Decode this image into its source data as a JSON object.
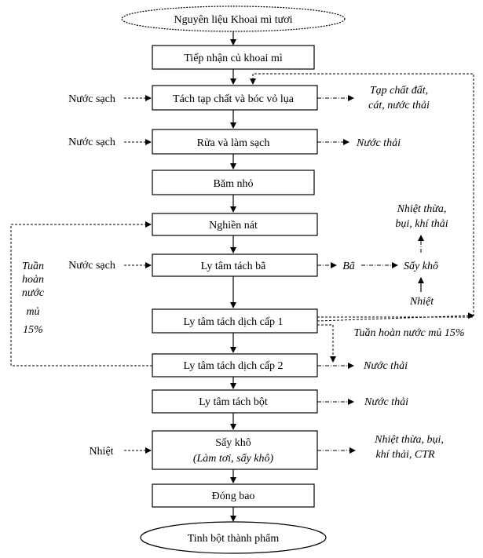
{
  "start": "Nguyên liệu Khoai mì tươi",
  "steps": [
    "Tiếp nhận củ khoai mì",
    "Tách tạp chất và bóc vỏ lụa",
    "Rửa và làm sạch",
    "Băm nhỏ",
    "Nghiền nát",
    "Ly tâm tách bã",
    "Ly tâm tách dịch cấp 1",
    "Ly tâm tách dịch cấp 2",
    "Ly tâm tách bột",
    "Sấy khô",
    "Đóng bao"
  ],
  "drying_sub": "(Làm tơi, sấy khô)",
  "end": "Tinh bột thành phẩm",
  "inputs": {
    "water_1": "Nước sạch",
    "water_2": "Nước sạch",
    "water_3": "Nước sạch",
    "heat_main": "Nhiệt",
    "heat_side": "Nhiệt"
  },
  "outputs": {
    "impurities_1": "Tạp chất đất,",
    "impurities_2": "cát, nước thải",
    "wastewater_wash": "Nước thải",
    "pulp": "Bã",
    "pulp_dryer": "Sấy khô",
    "pulp_dryer_emis_1": "Nhiệt thừa,",
    "pulp_dryer_emis_2": "bụi, khí thải",
    "recycle_15": "Tuần hoàn nước mủ 15%",
    "wastewater_l2": "Nước thải",
    "wastewater_starch": "Nước thải",
    "drying_emis_1": "Nhiệt thừa, bụi,",
    "drying_emis_2": "khí thải, CTR"
  },
  "left_loop": [
    "Tuần",
    "hoàn",
    "nước",
    "mủ",
    "15%"
  ]
}
